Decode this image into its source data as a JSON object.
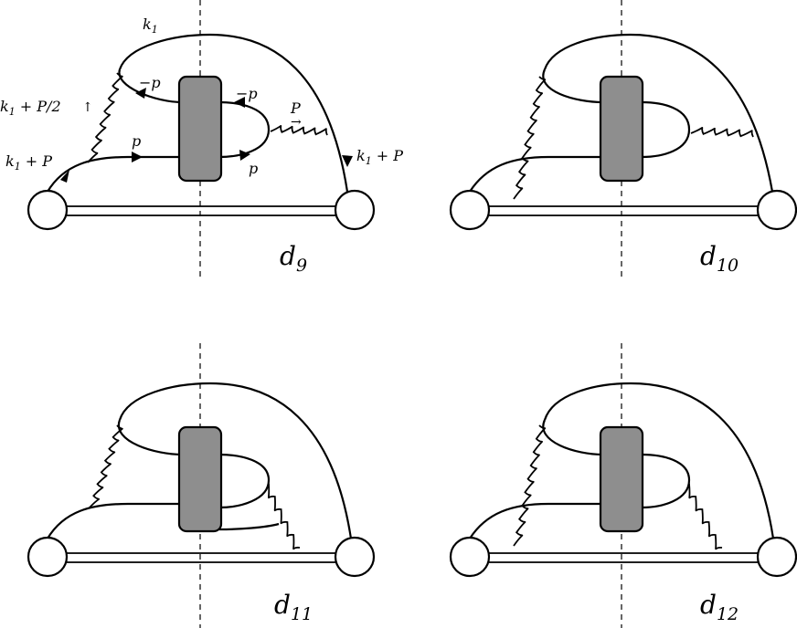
{
  "diagrams": [
    {
      "label_main": "d",
      "label_sub": "9",
      "momentum_labels": {
        "k1_top": "k",
        "k1_top_sub": "1",
        "neg_p_left": "−p",
        "neg_p_right": "−p",
        "k1_half_P": "k",
        "k1_half_P_sub": "1",
        "k1_half_P_rest": " + P/2",
        "P_label": "P",
        "p_left": "p",
        "p_right": "p",
        "k1_P_left": "k",
        "k1_P_left_sub": "1",
        "k1_P_left_rest": " + P",
        "k1_P_right": "k",
        "k1_P_right_sub": "1",
        "k1_P_right_rest": " + P"
      }
    },
    {
      "label_main": "d",
      "label_sub": "10"
    },
    {
      "label_main": "d",
      "label_sub": "11"
    },
    {
      "label_main": "d",
      "label_sub": "12"
    }
  ]
}
